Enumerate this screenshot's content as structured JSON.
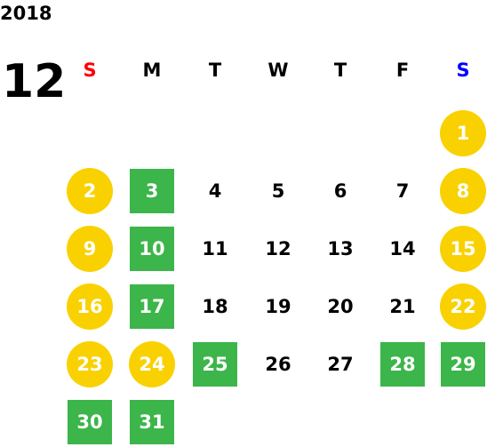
{
  "calendar": {
    "year": "2018",
    "month": "12",
    "weekdays": [
      {
        "label": "S",
        "color": "#ff0000"
      },
      {
        "label": "M",
        "color": "#000000"
      },
      {
        "label": "T",
        "color": "#000000"
      },
      {
        "label": "W",
        "color": "#000000"
      },
      {
        "label": "T",
        "color": "#000000"
      },
      {
        "label": "F",
        "color": "#000000"
      },
      {
        "label": "S",
        "color": "#0000ff"
      }
    ],
    "colors": {
      "weekend_circle": "#f9d100",
      "holiday_square": "#3cb54a",
      "weekday_text": "#000000"
    },
    "weeks": [
      [
        null,
        null,
        null,
        null,
        null,
        null,
        {
          "day": "1",
          "style": "circle"
        }
      ],
      [
        {
          "day": "2",
          "style": "circle"
        },
        {
          "day": "3",
          "style": "square"
        },
        {
          "day": "4",
          "style": "plain"
        },
        {
          "day": "5",
          "style": "plain"
        },
        {
          "day": "6",
          "style": "plain"
        },
        {
          "day": "7",
          "style": "plain"
        },
        {
          "day": "8",
          "style": "circle"
        }
      ],
      [
        {
          "day": "9",
          "style": "circle"
        },
        {
          "day": "10",
          "style": "square"
        },
        {
          "day": "11",
          "style": "plain"
        },
        {
          "day": "12",
          "style": "plain"
        },
        {
          "day": "13",
          "style": "plain"
        },
        {
          "day": "14",
          "style": "plain"
        },
        {
          "day": "15",
          "style": "circle"
        }
      ],
      [
        {
          "day": "16",
          "style": "circle"
        },
        {
          "day": "17",
          "style": "square"
        },
        {
          "day": "18",
          "style": "plain"
        },
        {
          "day": "19",
          "style": "plain"
        },
        {
          "day": "20",
          "style": "plain"
        },
        {
          "day": "21",
          "style": "plain"
        },
        {
          "day": "22",
          "style": "circle"
        }
      ],
      [
        {
          "day": "23",
          "style": "circle"
        },
        {
          "day": "24",
          "style": "circle"
        },
        {
          "day": "25",
          "style": "square"
        },
        {
          "day": "26",
          "style": "plain"
        },
        {
          "day": "27",
          "style": "plain"
        },
        {
          "day": "28",
          "style": "square"
        },
        {
          "day": "29",
          "style": "square"
        }
      ],
      [
        {
          "day": "30",
          "style": "square"
        },
        {
          "day": "31",
          "style": "square"
        },
        null,
        null,
        null,
        null,
        null
      ]
    ]
  }
}
